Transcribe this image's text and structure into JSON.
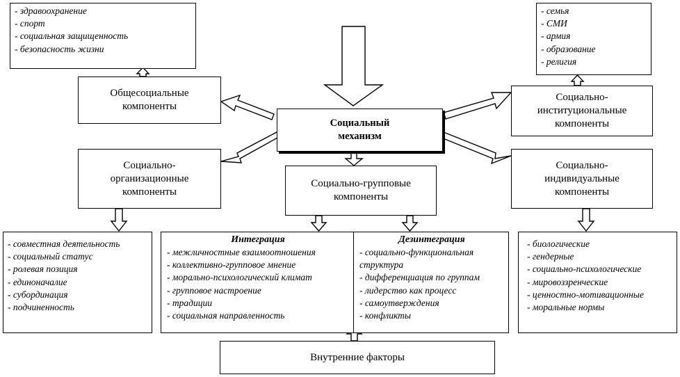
{
  "center": {
    "line1": "Социальный",
    "line2": "механизм"
  },
  "general": {
    "line1": "Общесоциальные",
    "line2": "компоненты",
    "items": [
      "- здравоохранение",
      "- спорт",
      "- социальная защищенность",
      "- безопасность жизни"
    ]
  },
  "institutional": {
    "line1": "Социально-",
    "line2": "институциональные",
    "line3": "компоненты",
    "items": [
      "- семья",
      "- СМИ",
      "- армия",
      "- образование",
      "- религия"
    ]
  },
  "organizational": {
    "line1": "Социально-",
    "line2": "организационные",
    "line3": "компоненты",
    "items": [
      "- совместная деятельность",
      "- социальный статус",
      "- ролевая позиция",
      "- единоначалие",
      "- субординация",
      "- подчиненность"
    ]
  },
  "group": {
    "line1": "Социально-групповые",
    "line2": "компоненты"
  },
  "individual": {
    "line1": "Социально-",
    "line2": "индивидуальные",
    "line3": "компоненты",
    "items": [
      "- биологические",
      "- гендерные",
      "- социально-психологические",
      "- мировоззренческие",
      "- ценностно-мотивационные",
      "- моральные нормы"
    ]
  },
  "integration": {
    "title": "Интеграция",
    "items": [
      "- межличностные взаимоотношения",
      "- коллективно-групповое мнение",
      "- морально-психологический климат",
      "- групповое настроение",
      "- традиции",
      "- социальная направленность"
    ]
  },
  "disintegration": {
    "title": "Дезинтеграция",
    "items": [
      "- социально-функциональная",
      "структура",
      "- дифференциация по группам",
      "- лидерство как процесс",
      "- самоутверждения",
      "- конфликты"
    ]
  },
  "internal": {
    "label": "Внутренние факторы"
  }
}
